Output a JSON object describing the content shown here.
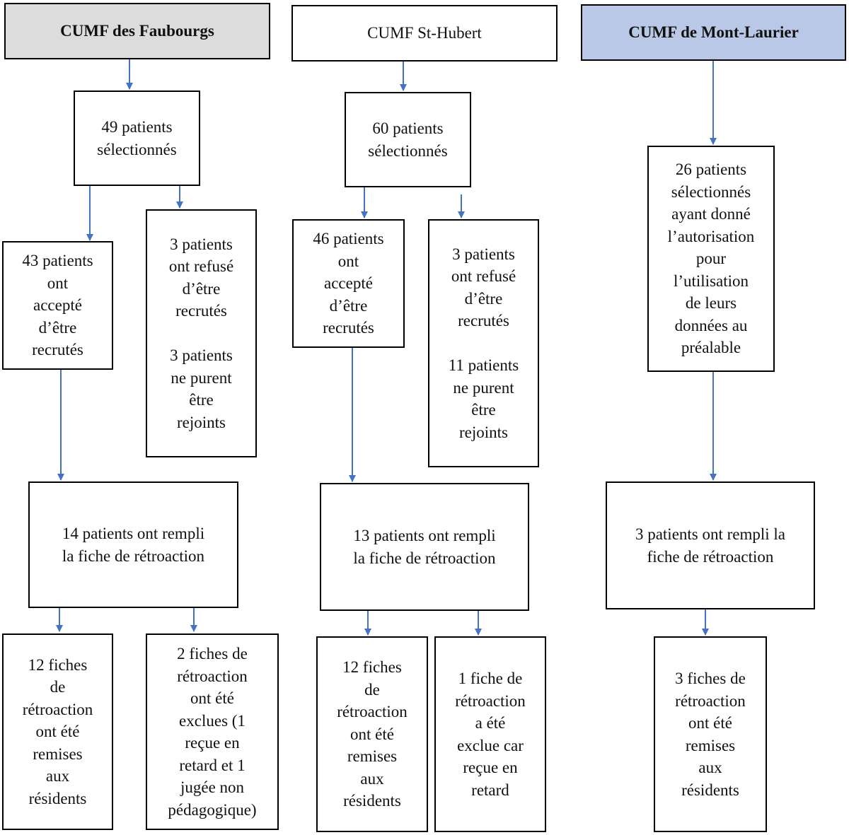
{
  "columns": [
    {
      "header": "CUMF des Faubourgs",
      "selected": "49 patients\nsélectionnés",
      "accepted": "43 patients\nont\naccepté\nd’être\nrecrutés",
      "refused": "3 patients\nont refusé\nd’être\nrecrutés\n\n3 patients\nne purent\nêtre\nrejoints",
      "feedback": "14 patients ont rempli\nla fiche de rétroaction",
      "delivered": "12 fiches\nde\nrétroaction\nont été\nremises\naux\nrésidents",
      "excluded": "2 fiches de\nrétroaction\nont été\nexclues (1\nreçue en\nretard et 1\njugée non\npédagogique)"
    },
    {
      "header": "CUMF  St-Hubert",
      "selected": "60 patients\nsélectionnés",
      "accepted": "46 patients\nont\naccepté\nd’être\nrecrutés",
      "refused": "3 patients\nont refusé\nd’être\nrecrutés\n\n11 patients\nne purent\nêtre\nrejoints",
      "feedback": "13 patients ont rempli\nla fiche de rétroaction",
      "delivered": "12 fiches\nde\nrétroaction\nont été\nremises\naux\nrésidents",
      "excluded": "1 fiche de\nrétroaction\na été\nexclue car\nreçue en\nretard"
    },
    {
      "header": "CUMF de  Mont-Laurier",
      "selected": "26 patients\nsélectionnés\nayant donné\nl’autorisation\npour\nl’utilisation\nde leurs\ndonnées au\npréalable",
      "feedback": "3 patients ont rempli la\nfiche de rétroaction",
      "delivered": "3 fiches de\nrétroaction\nont été\nremises\naux\nrésidents"
    }
  ],
  "colors": {
    "arrow": "#4472c4",
    "header1_bg": "#dcdcdc",
    "header3_bg": "#b8c8e6"
  }
}
